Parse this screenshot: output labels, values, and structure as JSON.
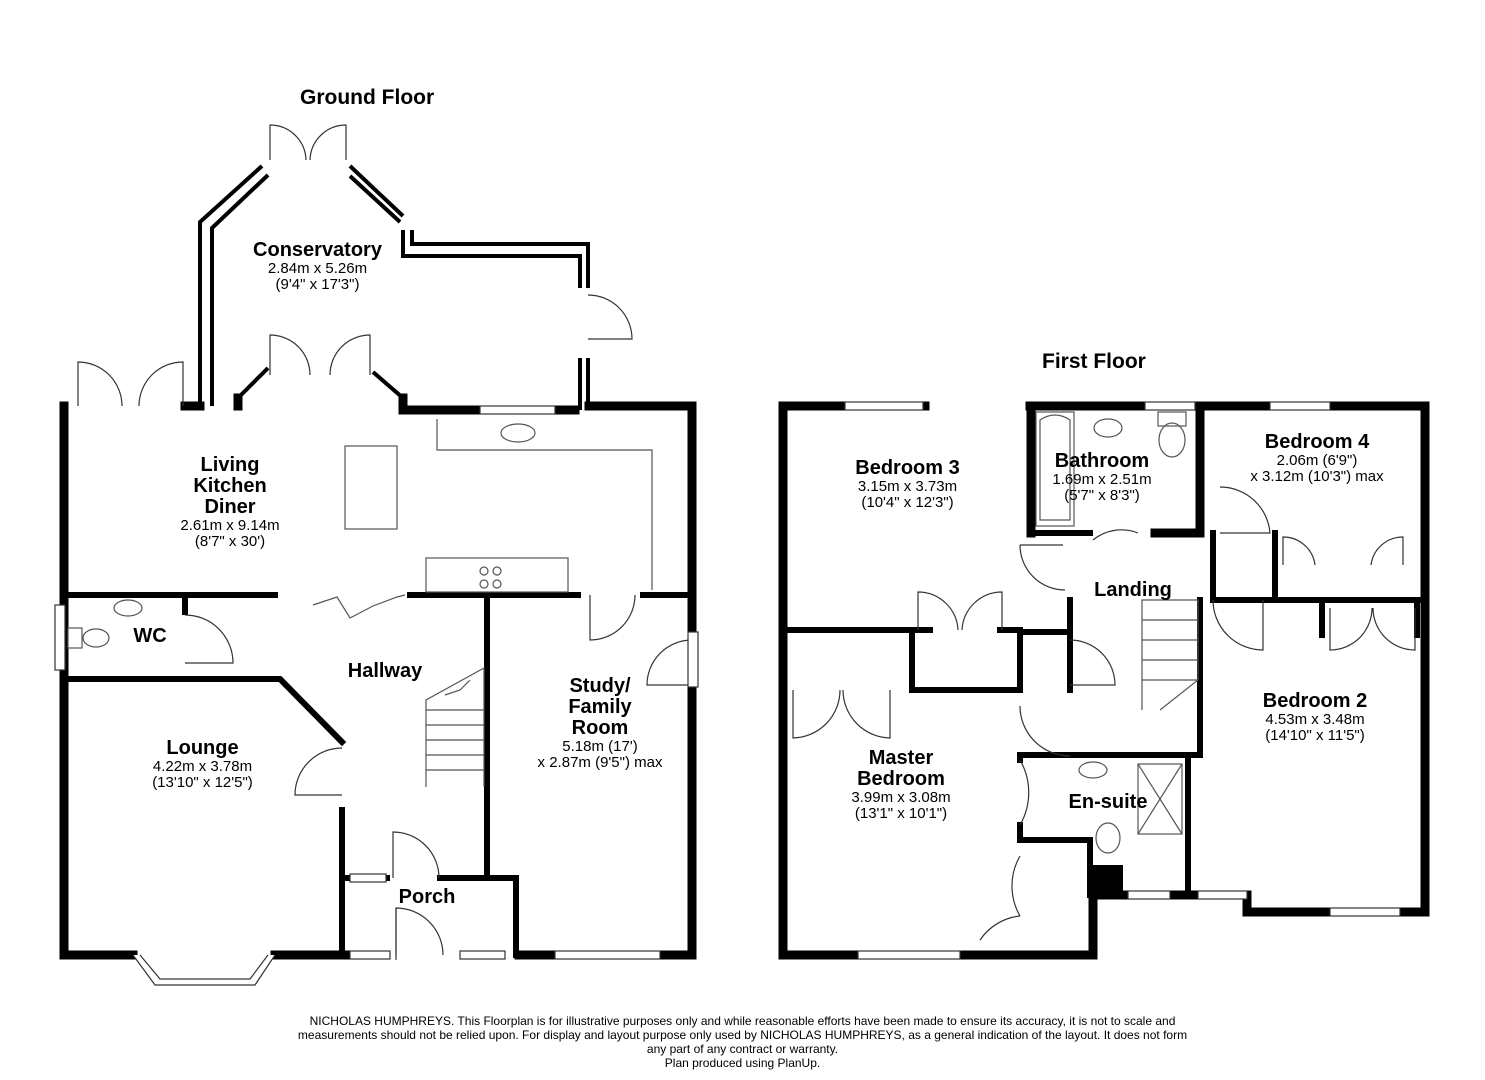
{
  "floors": {
    "ground": {
      "title": "Ground Floor",
      "rooms": {
        "conservatory": {
          "name": "Conservatory",
          "dim_m": "2.84m x 5.26m",
          "dim_ft": "(9'4\" x 17'3\")"
        },
        "living": {
          "name_1": "Living",
          "name_2": "Kitchen",
          "name_3": "Diner",
          "dim_m": "2.61m x 9.14m",
          "dim_ft": "(8'7\" x 30')"
        },
        "wc": {
          "name": "WC"
        },
        "hallway": {
          "name": "Hallway"
        },
        "lounge": {
          "name": "Lounge",
          "dim_m": "4.22m x 3.78m",
          "dim_ft": "(13'10\" x 12'5\")"
        },
        "study": {
          "name_1": "Study/",
          "name_2": "Family",
          "name_3": "Room",
          "dim_m": "5.18m (17')",
          "dim_ft": "x 2.87m (9'5\") max"
        },
        "porch": {
          "name": "Porch"
        }
      }
    },
    "first": {
      "title": "First Floor",
      "rooms": {
        "bedroom3": {
          "name": "Bedroom 3",
          "dim_m": "3.15m x 3.73m",
          "dim_ft": "(10'4\" x 12'3\")"
        },
        "bathroom": {
          "name": "Bathroom",
          "dim_m": "1.69m x 2.51m",
          "dim_ft": "(5'7\" x 8'3\")"
        },
        "bedroom4": {
          "name": "Bedroom 4",
          "dim_m": "2.06m (6'9\")",
          "dim_ft": "x 3.12m (10'3\") max"
        },
        "landing": {
          "name": "Landing"
        },
        "master": {
          "name_1": "Master",
          "name_2": "Bedroom",
          "dim_m": "3.99m x 3.08m",
          "dim_ft": "(13'1\" x 10'1\")"
        },
        "ensuite": {
          "name": "En-suite"
        },
        "bedroom2": {
          "name": "Bedroom 2",
          "dim_m": "4.53m x 3.48m",
          "dim_ft": "(14'10\" x 11'5\")"
        }
      }
    }
  },
  "disclaimer": {
    "line1": "NICHOLAS HUMPHREYS. This Floorplan is for illustrative purposes only and while reasonable efforts have been made to ensure its accuracy, it is not to scale and",
    "line2": "measurements should not be relied upon. For display and layout purpose only used by NICHOLAS HUMPHREYS, as a general indication of the layout. It does not form",
    "line3": "any part of any contract or warranty.",
    "line4": "Plan produced using PlanUp."
  },
  "colors": {
    "wall": "#000000",
    "background": "#ffffff",
    "fixture": "#555555"
  }
}
